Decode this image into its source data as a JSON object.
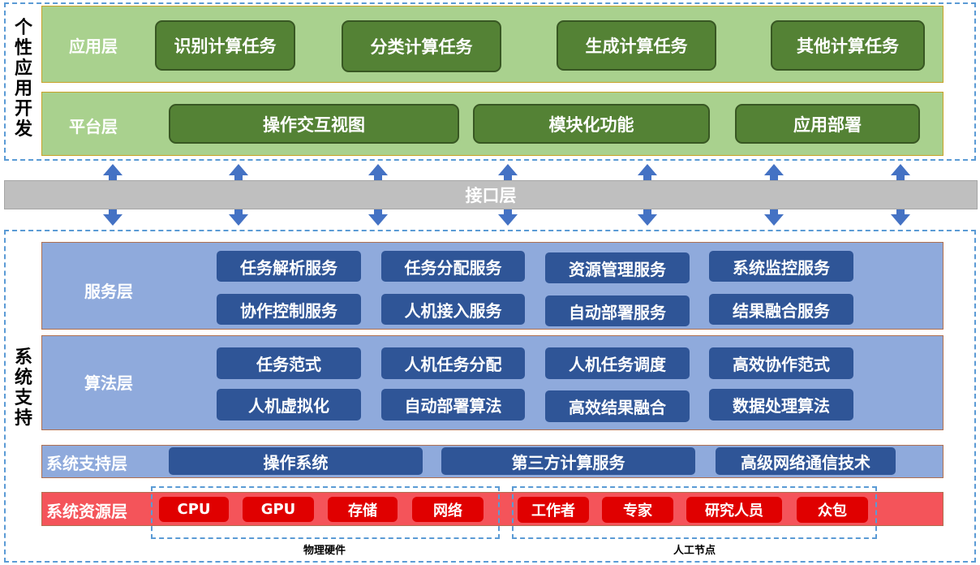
{
  "personal": {
    "title": "个性应用开发",
    "app_layer": {
      "label": "应用层",
      "items": [
        "识别计算任务",
        "分类计算任务",
        "生成计算任务",
        "其他计算任务"
      ]
    },
    "platform_layer": {
      "label": "平台层",
      "items": [
        "操作交互视图",
        "模块化功能",
        "应用部署"
      ]
    }
  },
  "interface": {
    "label": "接口层"
  },
  "system": {
    "title": "系统支持",
    "service_layer": {
      "label": "服务层",
      "row1": [
        "任务解析服务",
        "任务分配服务",
        "资源管理服务",
        "系统监控服务"
      ],
      "row2": [
        "协作控制服务",
        "人机接入服务",
        "自动部署服务",
        "结果融合服务"
      ]
    },
    "algorithm_layer": {
      "label": "算法层",
      "row1": [
        "任务范式",
        "人机任务分配",
        "人机任务调度",
        "高效协作范式"
      ],
      "row2": [
        "人机虚拟化",
        "自动部署算法",
        "高效结果融合",
        "数据处理算法"
      ]
    },
    "support_layer": {
      "label": "系统支持层",
      "items": [
        "操作系统",
        "第三方计算服务",
        "高级网络通信技术"
      ]
    },
    "resource_layer": {
      "label": "系统资源层",
      "hardware": [
        "CPU",
        "GPU",
        "存储",
        "网络"
      ],
      "human": [
        "工作者",
        "专家",
        "研究人员",
        "众包"
      ],
      "hardware_caption": "物理硬件",
      "human_caption": "人工节点"
    }
  },
  "colors": {
    "dashed_border": "#5b9bd5",
    "green_band": "#a9d18e",
    "green_box": "#548235",
    "blue_band": "#8faadc",
    "blue_box": "#2f5597",
    "red_band": "#f4545a",
    "red_box": "#e00000",
    "interface": "#bfbfbf",
    "arrow": "#4472c4"
  },
  "arrow_count": 7
}
